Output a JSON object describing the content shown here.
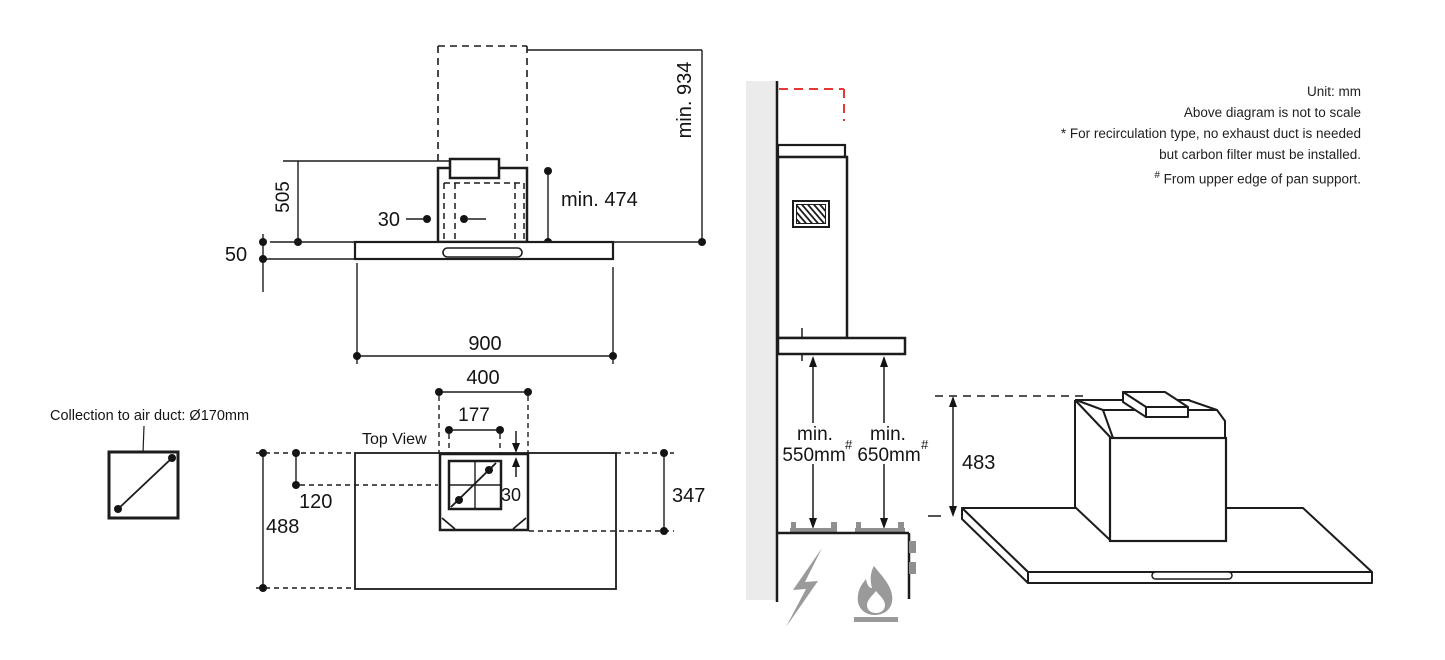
{
  "colors": {
    "line": "#1c1c1c",
    "red_accent": "#e53935",
    "gray_icon": "#9a9a9a",
    "wall_fill": "#ebebeb"
  },
  "front_view": {
    "dim_505": "505",
    "dim_50": "50",
    "dim_30": "30",
    "dim_min_474": "min. 474",
    "dim_min_934": "min. 934",
    "dim_900": "900"
  },
  "top_view": {
    "label": "Top View",
    "dim_400": "400",
    "dim_177": "177",
    "dim_30": "30",
    "dim_120": "120",
    "dim_488": "488",
    "dim_347": "347"
  },
  "duct_callout": {
    "label": "Collection to air duct: Ø170mm"
  },
  "side_view": {
    "electric_clearance": {
      "line1": "min.",
      "line2": "550mm",
      "sup": "#"
    },
    "gas_clearance": {
      "line1": "min.",
      "line2": "650mm",
      "sup": "#"
    }
  },
  "iso_view": {
    "dim_483": "483"
  },
  "notes": {
    "line1": "Unit: mm",
    "line2": "Above diagram is not to scale",
    "line3": "* For recirculation type, no exhaust duct is needed",
    "line4": "but carbon filter must be installed.",
    "line5_sup": "#",
    "line5_text": " From upper edge of pan support."
  }
}
